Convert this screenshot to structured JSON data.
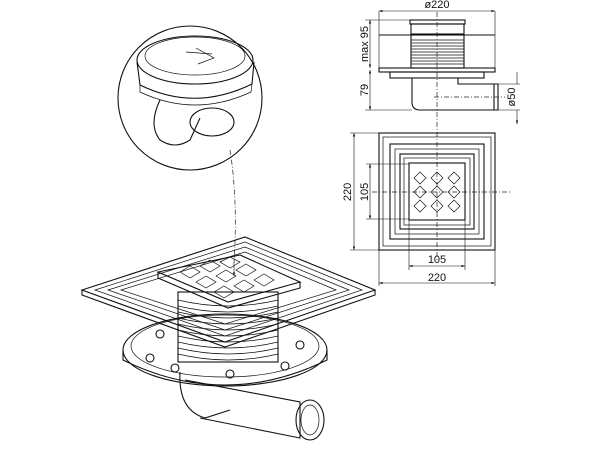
{
  "drawing": {
    "elevation_view": {
      "diameter_label": "ø220",
      "height_adjust_label": "max 95",
      "body_height_label": "79",
      "outlet_label": "ø50"
    },
    "plan_view": {
      "side_height_label": "220",
      "grate_height_label": "105",
      "grate_width_label": "105",
      "side_width_label": "220"
    },
    "colors": {
      "line": "#111111",
      "background": "#ffffff"
    }
  }
}
